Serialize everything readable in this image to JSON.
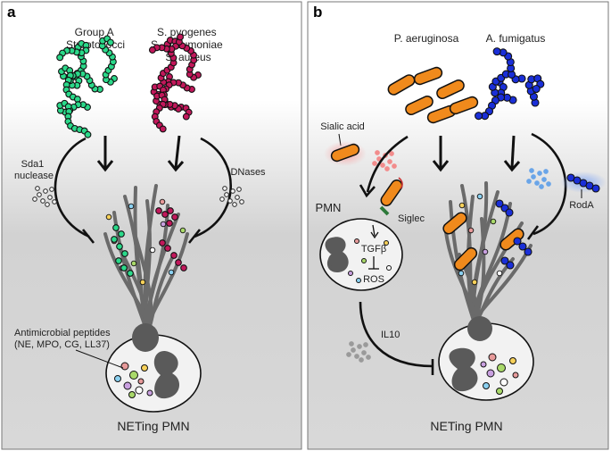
{
  "panels": [
    {
      "letter": "a",
      "organisms_left": [
        "Group A",
        "Streptococci"
      ],
      "organisms_right": [
        "S. pyogenes",
        "S. pneumoniae",
        "S. aureus"
      ],
      "inhibitor_left": [
        "Sda1",
        "nuclease"
      ],
      "inhibitor_right": "DNases",
      "peptides": [
        "Antimicrobial peptides",
        "(NE, MPO, CG, LL37)"
      ],
      "cell_label": "NETing PMN"
    },
    {
      "letter": "b",
      "organism_left": "P. aeruginosa",
      "organism_right": "A. fumigatus",
      "sialic_label": "Sialic acid",
      "pmn_label": "PMN",
      "siglec_label": "Siglec",
      "tgf_label": "TGFβ",
      "ros_label": "ROS",
      "il10_label": "IL10",
      "roda_label": "RodA",
      "cell_label": "NETing PMN"
    }
  ],
  "colors": {
    "strep_green": "#2bd98a",
    "strep_magenta": "#c2185b",
    "pseudomonas_orange": "#f08a1c",
    "aspergillus_blue": "#1a2fd8",
    "net_gray": "#6a6a6a",
    "nucleus_gray": "#555555",
    "sialic_pink": "#f28c8c",
    "dnase_dots": "#555555",
    "roda_glow": "#9ab4f5",
    "cell_fill": "#f2f2f2"
  }
}
